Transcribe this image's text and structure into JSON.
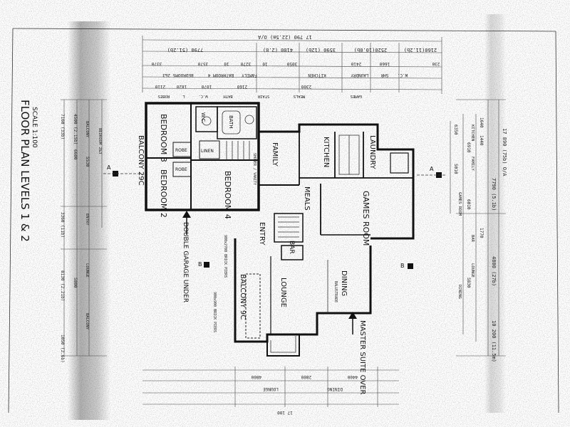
{
  "plan": {
    "title": "FLOOR PLAN LEVELS 1 & 2",
    "scale": "SCALE 1:100",
    "colors": {
      "ink": "#111111",
      "paper": "#ffffff",
      "smudge": "#3a3a3a"
    },
    "rooms": {
      "bedroom3": "BEDROOM 3",
      "bedroom2": "BEDROOM 2",
      "bedroom4": "BEDROOM 4",
      "balcony_upper": "BALCONY 29C",
      "wc": "W.C.",
      "bath": "BATH",
      "family": "FAMILY",
      "kitchen": "KITCHEN",
      "laundry": "LAUNDRY",
      "meals": "MEALS",
      "games": "GAMES ROOM",
      "entry": "ENTRY",
      "bar": "BAR",
      "lounge": "LOUNGE",
      "dining": "DINING",
      "balcony_lower": "BALCONY 9C",
      "master": "MASTER SUITE OVER",
      "garage": "DOUBLE GARAGE UNDER",
      "robe1": "ROBE",
      "robe2": "ROBE",
      "linen": "LINEN"
    },
    "top_dims": {
      "overall": "17 790 (22.5m) O/A",
      "row1": [
        "7790 (51.2b)",
        "4180 (2.8)",
        "3590 (12b)",
        "2520(10.0b)",
        "2160(11.2b)"
      ],
      "row2": [
        "3370",
        "3570",
        "10",
        "3270",
        "10",
        "3050",
        "2410",
        "1660",
        "230"
      ],
      "row3": [
        "BEDROOMS 2&3",
        "BATHROOM 4",
        "FAMILY",
        "KITCHEN",
        "LAUNDRY",
        "SHR",
        "W.C."
      ],
      "row4": [
        "2110",
        "1820",
        "1070",
        "2160",
        "2300"
      ],
      "row5": [
        "ROBES",
        "L",
        "W.C.",
        "BATH",
        "STAIR",
        "MEALS",
        "GAMES"
      ]
    },
    "right_dims": {
      "overall": "17 890 (75b) O/A",
      "v1": "7790 (5.1b)",
      "v2": "4800 (27b)",
      "v3": "10 200 (11.5m)",
      "items": [
        "1640",
        "1440",
        "6910",
        "5010",
        "6010",
        "5830",
        "1770",
        "6350"
      ],
      "labels": [
        "KITCHEN",
        "FAMILY",
        "GAMES ROOM",
        "BAR",
        "LOUNGE",
        "DINING"
      ]
    },
    "left_dims": {
      "items": [
        "7160 (33b)",
        "4500 (2.15b)",
        "6600",
        "5530",
        "8130 (2.21b)",
        "5800",
        "3360 (11b)",
        "1050 (2.6b)"
      ],
      "labels": [
        "BALCONY",
        "BEDROOM 2&3",
        "ENTRY",
        "LOUNGE",
        "BALCONY"
      ]
    },
    "bottom_dims": {
      "row1": [
        "4800",
        "2800",
        "4400"
      ],
      "row2": [
        "LOUNGE",
        "DINING"
      ],
      "overall": "17 100"
    },
    "section_marks": [
      "A",
      "A",
      "B",
      "B"
    ],
    "notes": {
      "n1": "900x2700 BRICK PIERS",
      "n2": "900x900 BRICK PIERS",
      "n3": "BALCONY 9C",
      "n4": "SHOWER / VANITY",
      "n5": "BALUSTRADE"
    }
  }
}
